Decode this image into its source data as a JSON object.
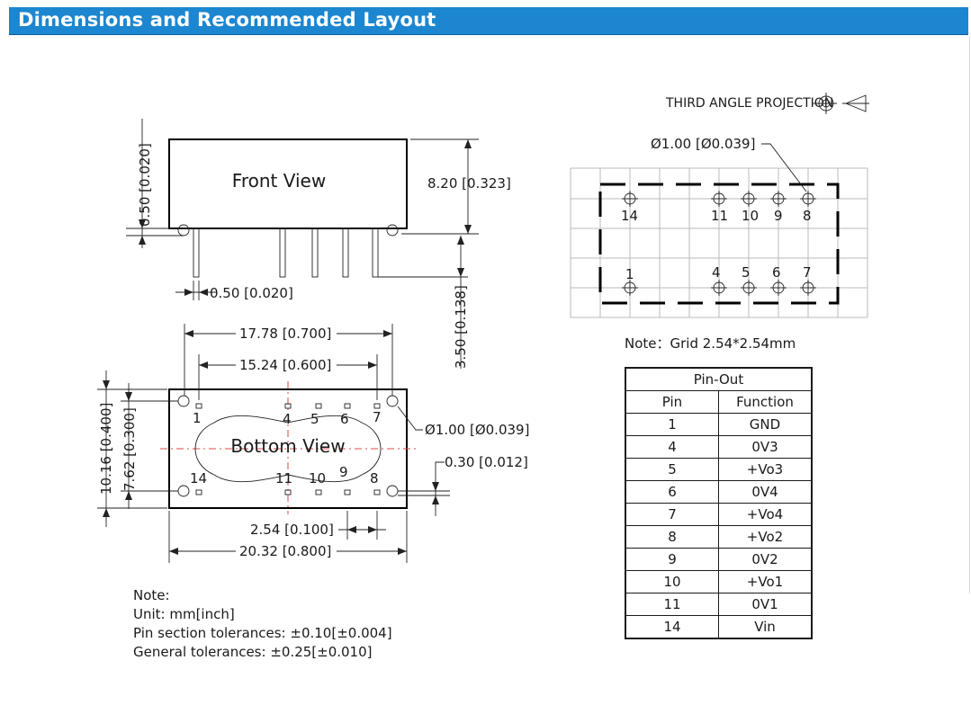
{
  "header": {
    "title": "Dimensions and Recommended Layout"
  },
  "projection": {
    "label": "THIRD ANGLE PROJECTION"
  },
  "front_view": {
    "label": "Front View",
    "dim_height": "8.20 [0.323]",
    "dim_standoff": "0.50 [0.020]",
    "dim_pin_width": "0.50 [0.020]",
    "dim_pin_length": "3.50 [0.138]"
  },
  "bottom_view": {
    "label": "Bottom View",
    "dim_outer_pins": "17.78 [0.700]",
    "dim_inner_pins": "15.24 [0.600]",
    "dim_width": "20.32 [0.800]",
    "dim_pitch": "2.54 [0.100]",
    "dim_body_height": "10.16 [0.400]",
    "dim_row_spacing": "7.62 [0.300]",
    "dim_hole": "Ø1.00 [Ø0.039]",
    "dim_pin": "0.30 [0.012]",
    "pins_top": [
      "1",
      "4",
      "5",
      "6",
      "7"
    ],
    "pins_bottom": [
      "14",
      "11",
      "10",
      "9",
      "8"
    ]
  },
  "layout": {
    "hole_label": "Ø1.00 [Ø0.039]",
    "pins_top": [
      "14",
      "11",
      "10",
      "9",
      "8"
    ],
    "pins_bottom": [
      "1",
      "4",
      "5",
      "6",
      "7"
    ],
    "grid_note": "Note：Grid 2.54*2.54mm"
  },
  "pinout": {
    "title": "Pin-Out",
    "col_pin": "Pin",
    "col_function": "Function",
    "rows": [
      {
        "pin": "1",
        "function": "GND"
      },
      {
        "pin": "4",
        "function": "0V3"
      },
      {
        "pin": "5",
        "function": "+Vo3"
      },
      {
        "pin": "6",
        "function": "0V4"
      },
      {
        "pin": "7",
        "function": "+Vo4"
      },
      {
        "pin": "8",
        "function": "+Vo2"
      },
      {
        "pin": "9",
        "function": "0V2"
      },
      {
        "pin": "10",
        "function": "+Vo1"
      },
      {
        "pin": "11",
        "function": "0V1"
      },
      {
        "pin": "14",
        "function": "Vin"
      }
    ]
  },
  "notes": {
    "heading": "Note:",
    "unit": "Unit: mm[inch]",
    "pin_tolerance": "Pin section tolerances: ±0.10[±0.004]",
    "general_tolerance": "General tolerances: ±0.25[±0.010]"
  }
}
